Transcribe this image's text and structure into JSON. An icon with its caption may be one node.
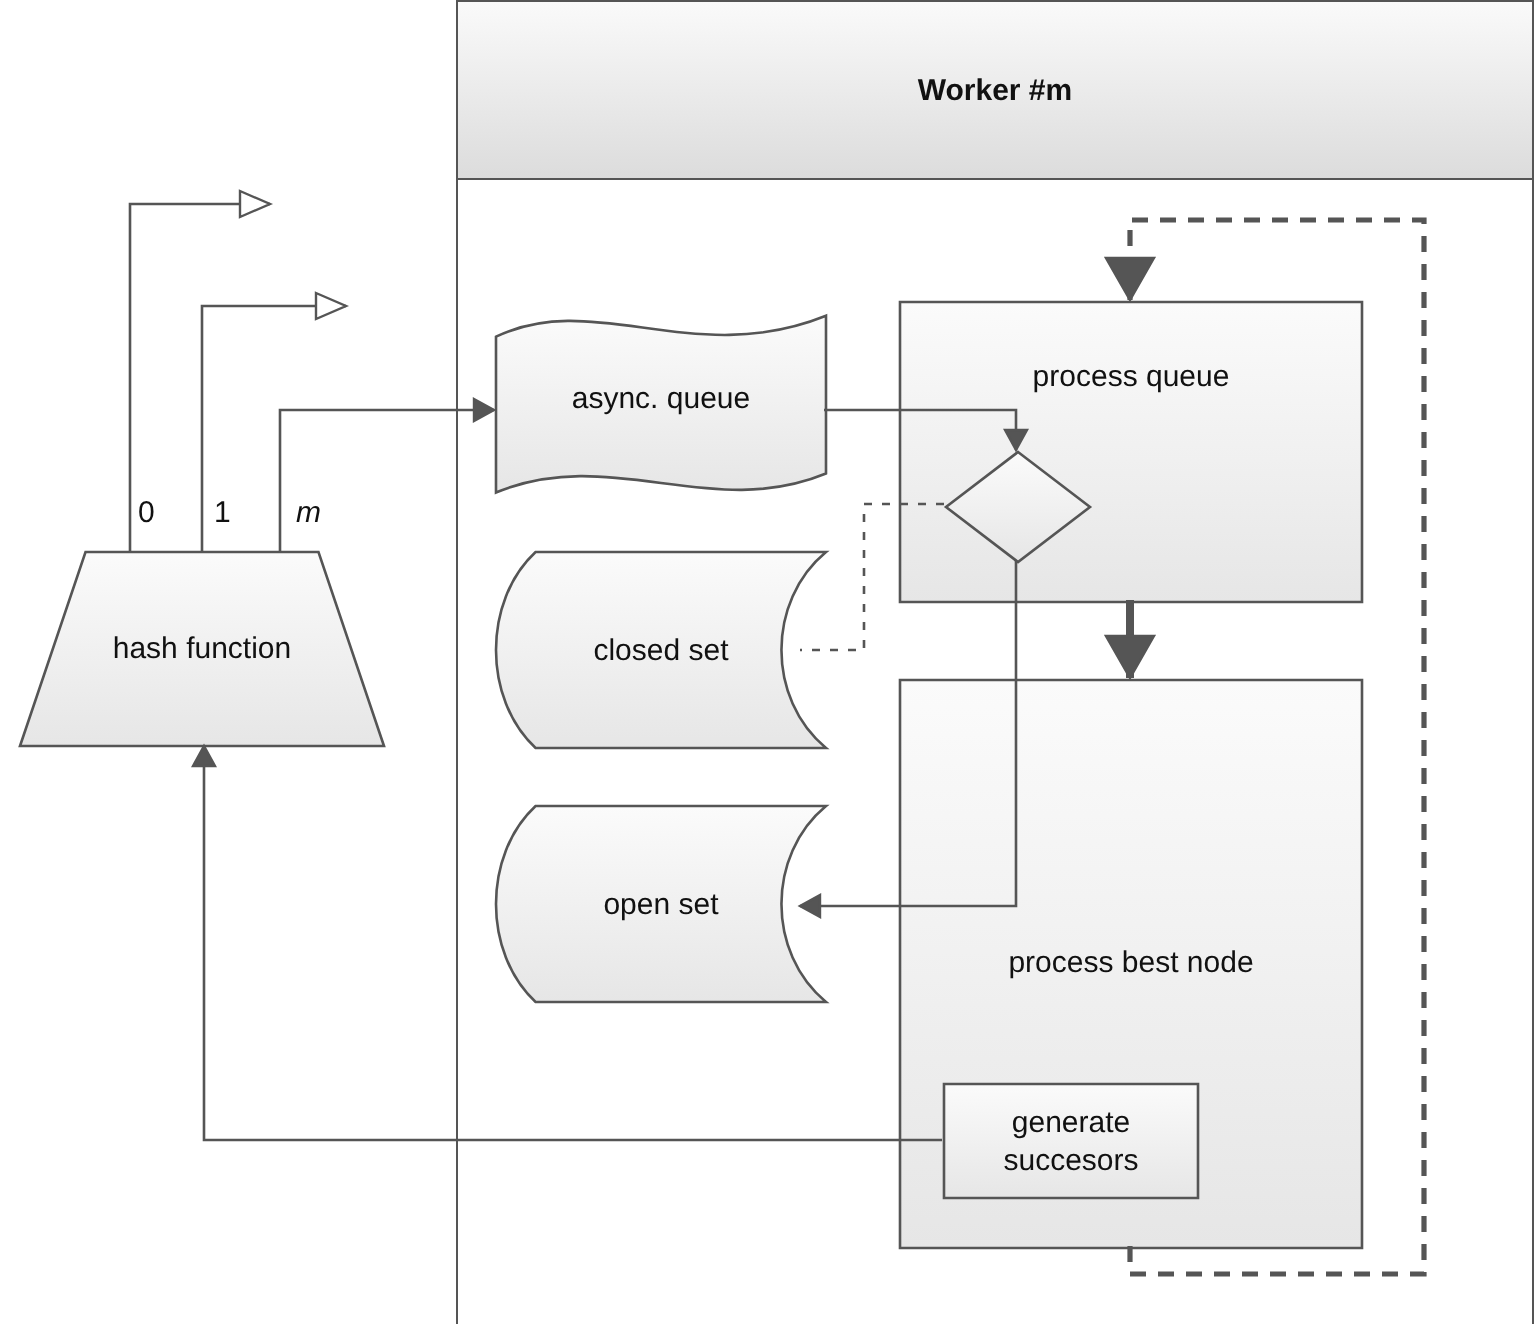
{
  "diagram": {
    "nodes": [
      {
        "text": [
          "Worker #m"
        ]
      },
      {
        "text": [
          "hash function"
        ]
      },
      {
        "text": [
          "async. queue"
        ],
        "in": 0
      },
      {
        "text": [
          "process queue"
        ],
        "in": 0
      },
      {
        "text": [],
        "shape": "diamond",
        "in": 3
      },
      {
        "text": [
          "closed set"
        ],
        "in": 0
      },
      {
        "text": [
          "process best node"
        ],
        "in": 0
      },
      {
        "text": [
          "open set"
        ],
        "in": 0
      },
      {
        "text": [
          "generate succesors"
        ],
        "in": 6
      }
    ],
    "edges": [
      {
        "from": 1,
        "to": null,
        "arrow": "to",
        "label": "0"
      },
      {
        "from": 1,
        "to": null,
        "arrow": "to",
        "label": "1"
      },
      {
        "from": 1,
        "to": 2,
        "arrow": "to",
        "label": "m"
      },
      {
        "from": 2,
        "to": 4,
        "arrow": "to"
      },
      {
        "from": 4,
        "to": 5,
        "arrow": "none",
        "style": "dashed"
      },
      {
        "from": 4,
        "to": 7,
        "arrow": "to"
      },
      {
        "from": 3,
        "to": 6,
        "arrow": "to",
        "style": "thick"
      },
      {
        "from": 6,
        "to": 3,
        "arrow": "to",
        "style": "dashed"
      },
      {
        "from": 8,
        "to": 1,
        "arrow": "to"
      }
    ]
  }
}
